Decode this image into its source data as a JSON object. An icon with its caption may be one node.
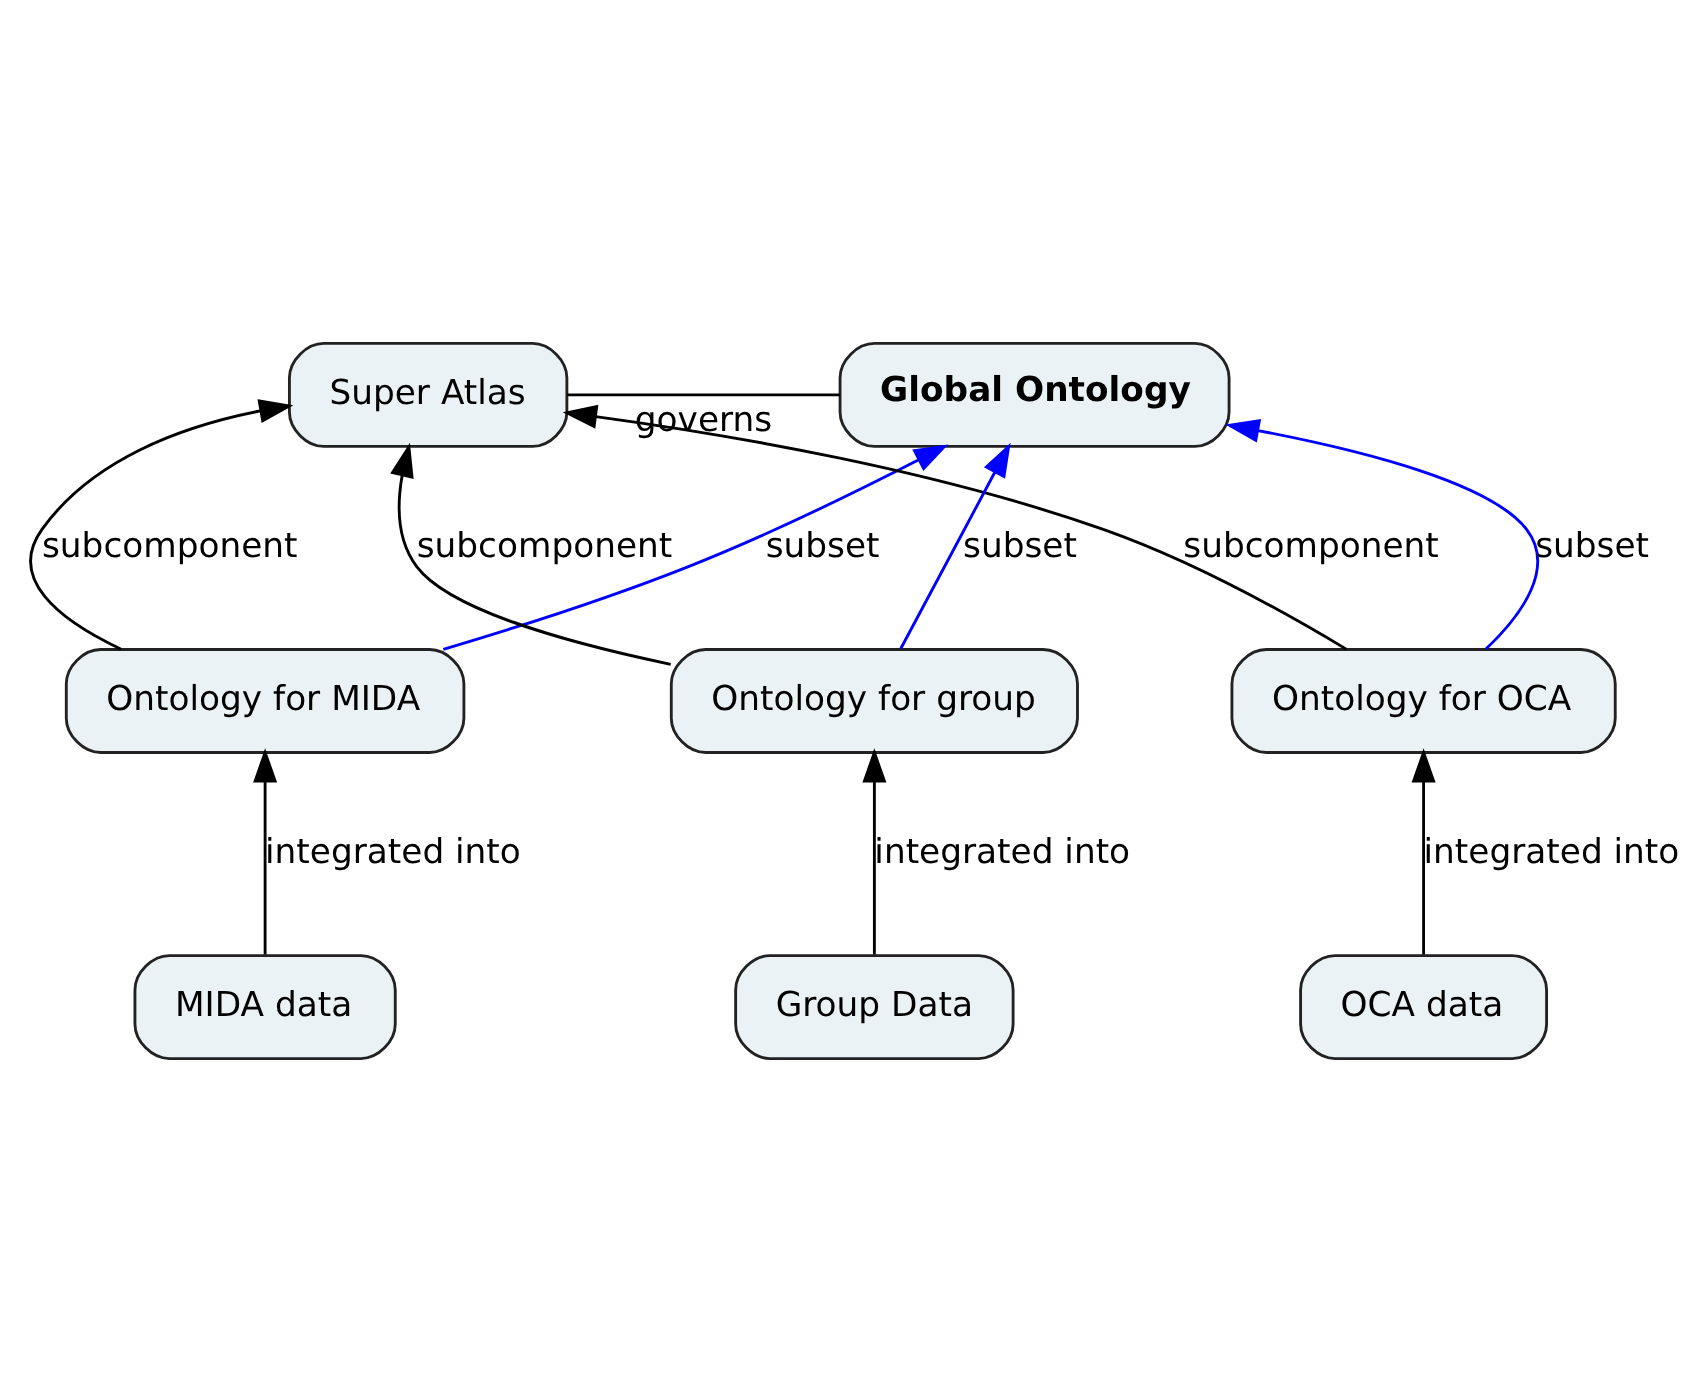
{
  "diagram": {
    "nodes": [
      {
        "text": [
          "Global Ontology"
        ]
      },
      {
        "text": [
          "Super Atlas"
        ]
      },
      {
        "text": [
          "Ontology for MIDA"
        ]
      },
      {
        "text": [
          "Ontology for OCA"
        ]
      },
      {
        "text": [
          "Ontology for group"
        ]
      },
      {
        "text": [
          "MIDA data"
        ]
      },
      {
        "text": [
          "OCA data"
        ]
      },
      {
        "text": [
          "Group Data"
        ]
      }
    ],
    "edges": [
      {
        "from": 1,
        "to": 0,
        "arrow": "none",
        "label": "governs"
      },
      {
        "from": 2,
        "to": 1,
        "arrow": "to",
        "label": "subcomponent"
      },
      {
        "from": 3,
        "to": 1,
        "arrow": "to",
        "label": "subcomponent"
      },
      {
        "from": 4,
        "to": 1,
        "arrow": "to",
        "label": "subcomponent"
      },
      {
        "from": 2,
        "to": 0,
        "arrow": "to",
        "label": "subset",
        "color": "#0000ff"
      },
      {
        "from": 3,
        "to": 0,
        "arrow": "to",
        "label": "subset",
        "color": "#0000ff"
      },
      {
        "from": 4,
        "to": 0,
        "arrow": "to",
        "label": "subset",
        "color": "#0000ff"
      },
      {
        "from": 5,
        "to": 2,
        "arrow": "to",
        "label": "integrated into"
      },
      {
        "from": 6,
        "to": 3,
        "arrow": "to",
        "label": "integrated into"
      },
      {
        "from": 7,
        "to": 4,
        "arrow": "to",
        "label": "integrated into"
      }
    ]
  }
}
